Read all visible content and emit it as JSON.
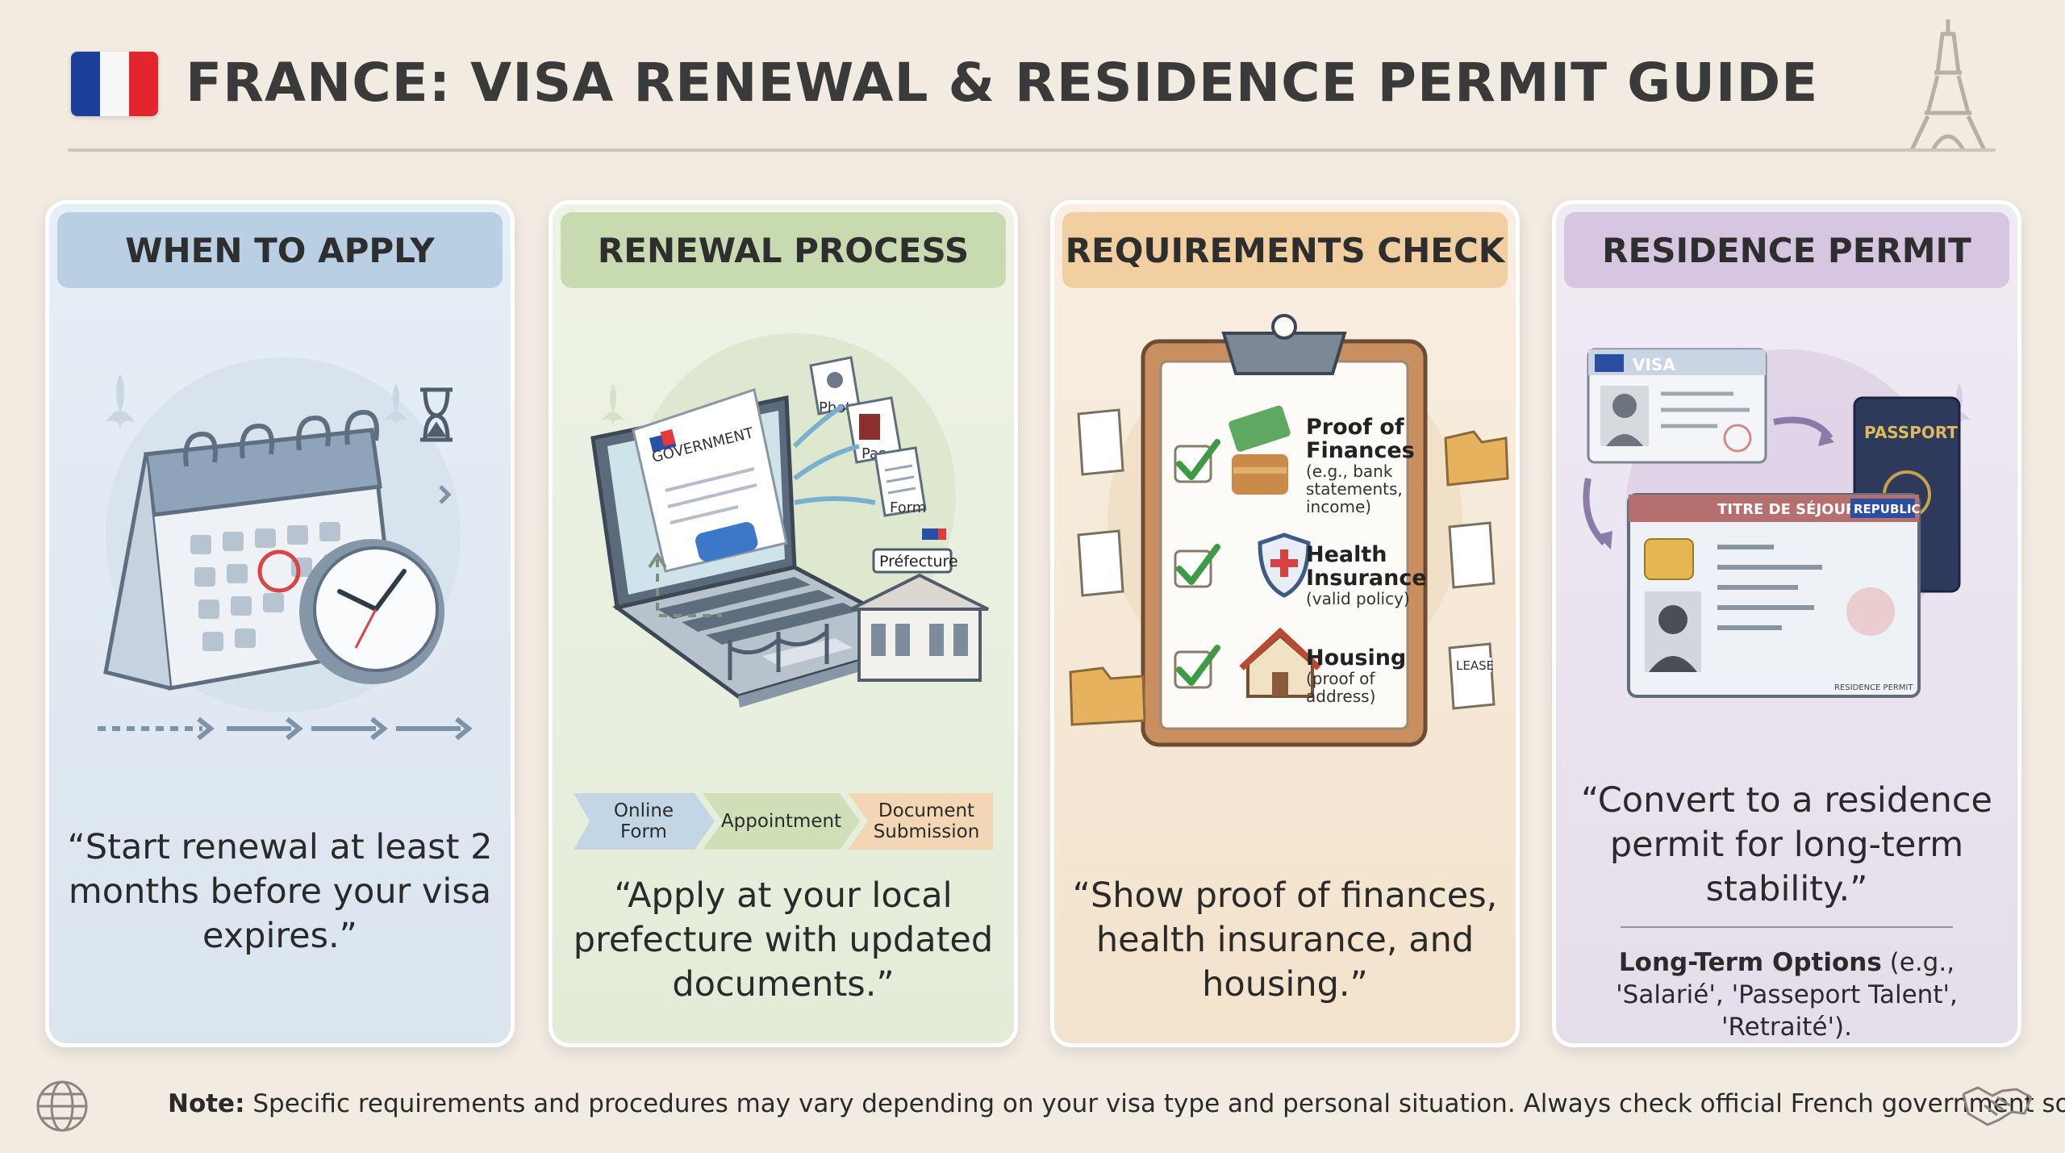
{
  "header": {
    "title": "FRANCE: VISA RENEWAL & RESIDENCE PERMIT GUIDE",
    "flag_icon": "france-flag-icon",
    "landmark_icon": "eiffel-tower-icon"
  },
  "panels": [
    {
      "heading": "WHEN TO APPLY",
      "quote": "“Start renewal at least 2 months before your visa expires.”",
      "accent": "#b9cfe3"
    },
    {
      "heading": "RENEWAL PROCESS",
      "doc_label": "GOVERNMENT",
      "file_labels": [
        "Photo",
        "Pas",
        "Form"
      ],
      "building_label": "Préfecture",
      "steps": [
        "Online Form",
        "Appointment",
        "Document Submission"
      ],
      "quote": "“Apply at your local prefecture with updated documents.”",
      "accent": "#c8dab0"
    },
    {
      "heading": "REQUIREMENTS CHECK",
      "checklist": [
        {
          "title": "Proof of Finances",
          "detail": "(e.g., bank statements, income)"
        },
        {
          "title": "Health Insurance",
          "detail": "(valid policy)"
        },
        {
          "title": "Housing",
          "detail": "(proof of address)"
        }
      ],
      "lease_label": "LEASE",
      "quote": "“Show proof of finances, health insurance, and housing.”",
      "accent": "#f1cfa0"
    },
    {
      "heading": "RESIDENCE PERMIT",
      "visa_label": "VISA",
      "passport_label": "PASSPORT",
      "card_title": "TITRE DE SÉJOUR",
      "card_badge": "REPUBLIC",
      "card_footer": "RESIDENCE PERMIT",
      "quote": "“Convert to a residence permit for long-term stability.”",
      "options_label": "Long-Term Options",
      "options_text": " (e.g., 'Salarié', 'Passeport Talent', 'Retraité').",
      "accent": "#d6c6e2"
    }
  ],
  "footer": {
    "note_label": "Note:",
    "note_text": " Specific requirements and procedures may vary depending on your visa type and personal situation. Always check official French government sources.",
    "left_icon": "globe-icon",
    "right_icon": "handshake-icon"
  }
}
